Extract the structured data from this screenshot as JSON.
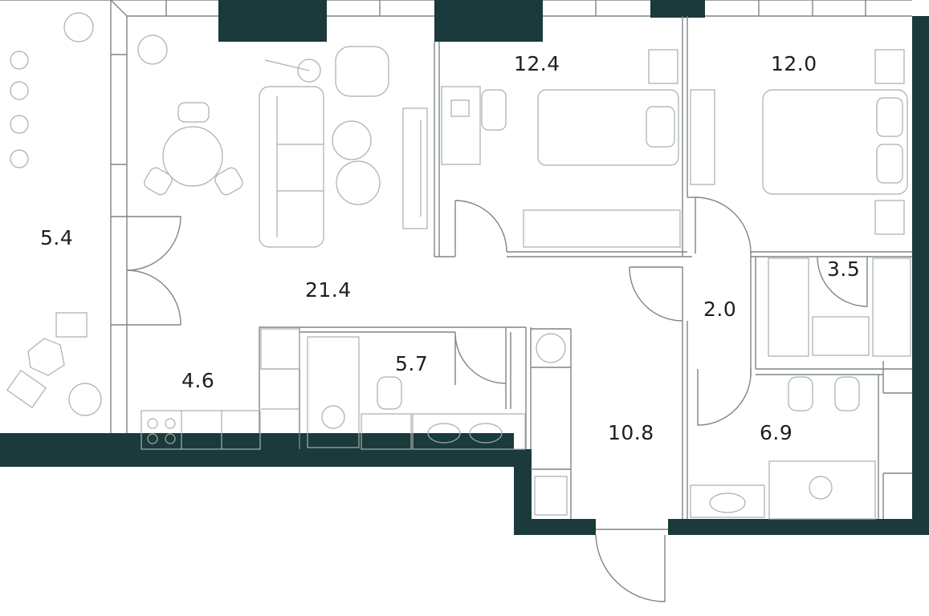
{
  "colors": {
    "wall": "#1a3a3c",
    "line": "#7d8685",
    "furniture": "#a8aeae",
    "text": "#1b1f1e"
  },
  "rooms": [
    {
      "id": "balcony",
      "area": "5.4"
    },
    {
      "id": "living",
      "area": "21.4"
    },
    {
      "id": "kitchen",
      "area": "4.6"
    },
    {
      "id": "bath1",
      "area": "5.7"
    },
    {
      "id": "hall",
      "area": "10.8"
    },
    {
      "id": "bed1",
      "area": "12.4"
    },
    {
      "id": "bed2",
      "area": "12.0"
    },
    {
      "id": "corridor",
      "area": "2.0"
    },
    {
      "id": "closet",
      "area": "3.5"
    },
    {
      "id": "bath2",
      "area": "6.9"
    }
  ]
}
